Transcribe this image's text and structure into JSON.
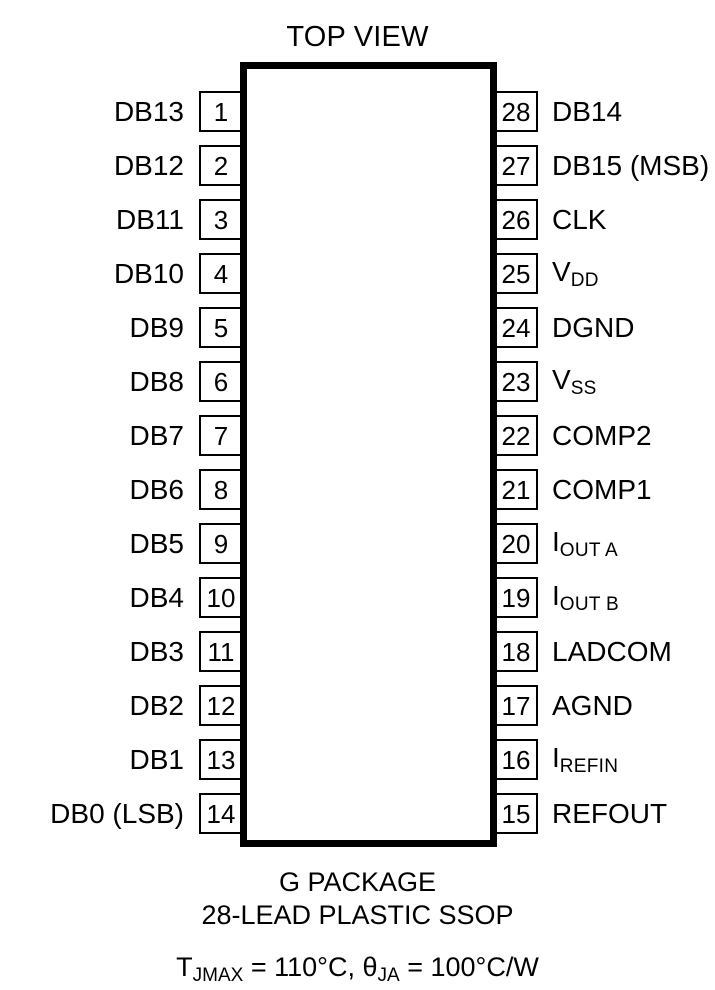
{
  "diagram": {
    "title": "TOP VIEW",
    "left_pins": [
      {
        "number": "1",
        "label": "DB13"
      },
      {
        "number": "2",
        "label": "DB12"
      },
      {
        "number": "3",
        "label": "DB11"
      },
      {
        "number": "4",
        "label": "DB10"
      },
      {
        "number": "5",
        "label": "DB9"
      },
      {
        "number": "6",
        "label": "DB8"
      },
      {
        "number": "7",
        "label": "DB7"
      },
      {
        "number": "8",
        "label": "DB6"
      },
      {
        "number": "9",
        "label": "DB5"
      },
      {
        "number": "10",
        "label": "DB4"
      },
      {
        "number": "11",
        "label": "DB3"
      },
      {
        "number": "12",
        "label": "DB2"
      },
      {
        "number": "13",
        "label": "DB1"
      },
      {
        "number": "14",
        "label": "DB0 (LSB)"
      }
    ],
    "right_pins": [
      {
        "number": "28",
        "label": "DB14",
        "base": "DB14",
        "sub": ""
      },
      {
        "number": "27",
        "label": "DB15 (MSB)",
        "base": "DB15 (MSB)",
        "sub": ""
      },
      {
        "number": "26",
        "label": "CLK",
        "base": "CLK",
        "sub": ""
      },
      {
        "number": "25",
        "label": "VDD",
        "base": "V",
        "sub": "DD"
      },
      {
        "number": "24",
        "label": "DGND",
        "base": "DGND",
        "sub": ""
      },
      {
        "number": "23",
        "label": "VSS",
        "base": "V",
        "sub": "SS"
      },
      {
        "number": "22",
        "label": "COMP2",
        "base": "COMP2",
        "sub": ""
      },
      {
        "number": "21",
        "label": "COMP1",
        "base": "COMP1",
        "sub": ""
      },
      {
        "number": "20",
        "label": "IOUT A",
        "base": "I",
        "sub": "OUT A"
      },
      {
        "number": "19",
        "label": "IOUT B",
        "base": "I",
        "sub": "OUT B"
      },
      {
        "number": "18",
        "label": "LADCOM",
        "base": "LADCOM",
        "sub": ""
      },
      {
        "number": "17",
        "label": "AGND",
        "base": "AGND",
        "sub": ""
      },
      {
        "number": "16",
        "label": "IREFIN",
        "base": "I",
        "sub": "REFIN"
      },
      {
        "number": "15",
        "label": "REFOUT",
        "base": "REFOUT",
        "sub": ""
      }
    ],
    "caption": {
      "package_name": "G PACKAGE",
      "package_type": "28-LEAD PLASTIC SSOP",
      "thermal": {
        "tj_symbol": "T",
        "tj_sub": "JMAX",
        "tj_value": " = 110°C, ",
        "theta_symbol": "θ",
        "theta_sub": "JA",
        "theta_value": " = 100°C/W"
      }
    },
    "colors": {
      "ink": "#000000",
      "background": "#ffffff"
    }
  }
}
